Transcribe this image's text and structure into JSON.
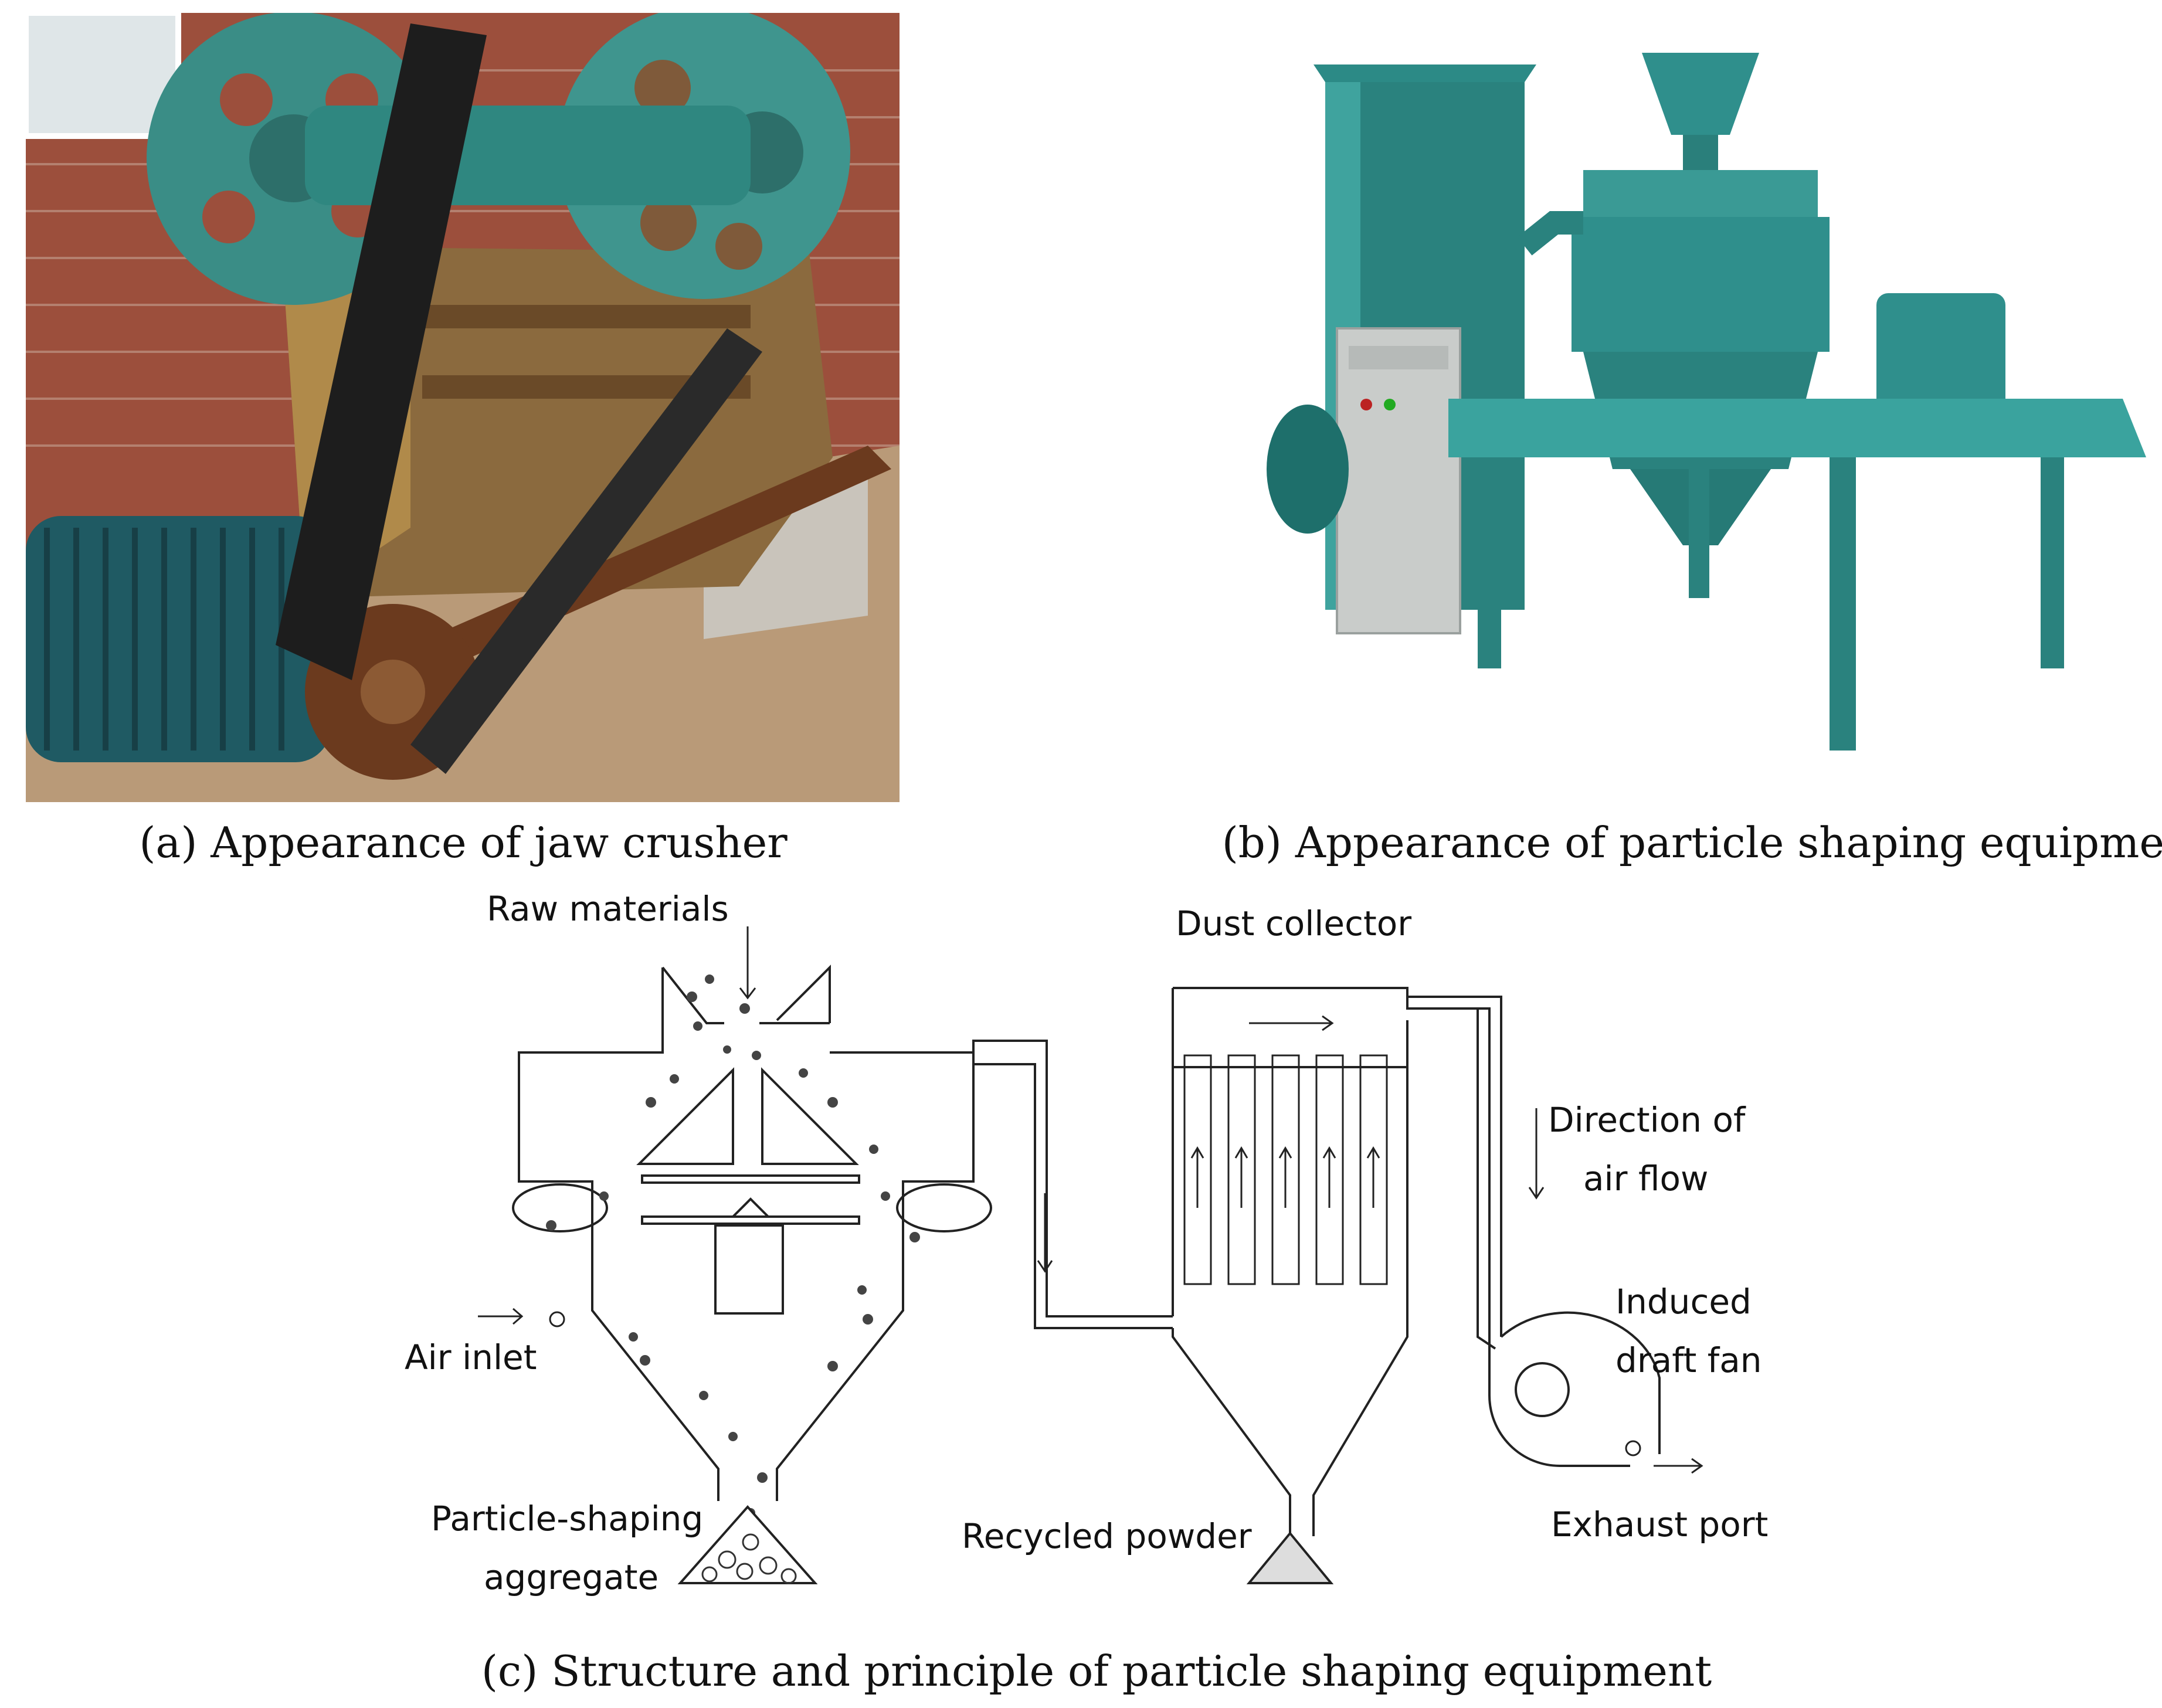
{
  "captions": {
    "a": "(a) Appearance of jaw crusher",
    "b": "(b) Appearance of particle shaping equipment",
    "c": "(c) Structure and principle of particle shaping equipment"
  },
  "diagram_labels": {
    "raw_materials": "Raw materials",
    "dust_collector": "Dust collector",
    "direction_of_air_flow_line1": "Direction of",
    "direction_of_air_flow_line2": "air flow",
    "induced_draft_fan_line1": "Induced",
    "induced_draft_fan_line2": "draft fan",
    "air_inlet": "Air inlet",
    "particle_shaping_aggregate_line1": "Particle-shaping",
    "particle_shaping_aggregate_line2": "aggregate",
    "recycled_powder": "Recycled powder",
    "exhaust_port": "Exhaust port"
  },
  "colors": {
    "machine_teal": "#2f8f8c",
    "rust_brown": "#7a4a2a",
    "brick_red": "#a0553f",
    "belt_black": "#1d1d1d",
    "line": "#222222"
  }
}
